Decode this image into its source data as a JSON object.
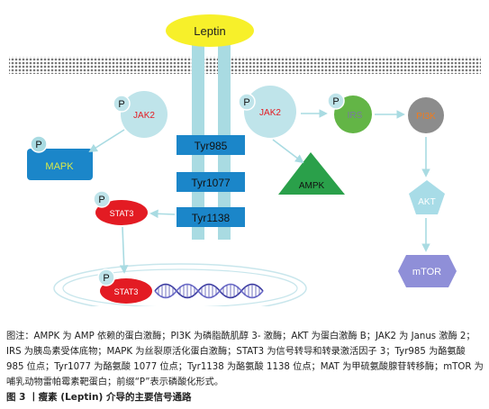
{
  "diagram": {
    "ligand": "Leptin",
    "receptor_sites": [
      "Tyr985",
      "Tyr1077",
      "Tyr1138"
    ],
    "phospho_label": "P",
    "nodes": {
      "jak2_left": "JAK2",
      "jak2_right": "JAK2",
      "irs": "IRS",
      "pi3k": "PI3K",
      "akt": "AKT",
      "mtor": "mTOR",
      "mapk": "MAPK",
      "ampk": "AMPK",
      "stat3_cyto": "STAT3",
      "stat3_nucleus": "STAT3"
    }
  },
  "caption": {
    "note": "图注：AMPK 为 AMP 依赖的蛋白激酶；PI3K 为磷脂酰肌醇 3- 激酶；AKT 为蛋白激酶 B；JAK2 为 Janus 激酶 2；IRS 为胰岛素受体底物；MAPK 为丝裂原活化蛋白激酶；STAT3 为信号转导和转录激活因子 3；Tyr985 为酪氨酸 985 位点；Tyr1077 为酪氨酸 1077 位点；Tyr1138 为酪氨酸 1138 位点；MAT 为甲硫氨酸腺苷转移酶；mTOR 为哺乳动物雷帕霉素靶蛋白；前缀“P”表示磷酸化形式。",
    "title": "图 3 丨瘦素 (Leptin) 介导的主要信号通路"
  },
  "colors": {
    "leptin": "#f7f02a",
    "receptor": "#a9dbe2",
    "receptor_box": "#1b86c9",
    "membrane_dots": "#777777",
    "jak2": "#bfe4ea",
    "jak2_text": "#e31b23",
    "irs": "#63b546",
    "pi3k": "#8c8c8c",
    "pi3k_text": "#f07b1e",
    "akt": "#a8dce7",
    "mtor": "#8f8fd8",
    "mapk": "#1b86c9",
    "mapk_text": "#d8e94a",
    "ampk": "#2aa04a",
    "stat3": "#e31b23",
    "phospho": "#a9dbe2",
    "arrow": "#a9dbe2",
    "dna": "#3a3aa0"
  }
}
